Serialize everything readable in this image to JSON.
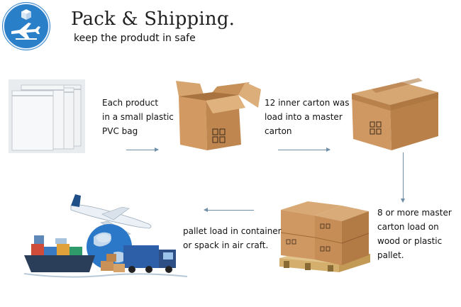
{
  "header": {
    "title": "Pack & Shipping.",
    "subtitle": "keep the produdt in safe",
    "logo_icon": "cube-airplane-icon"
  },
  "steps": [
    {
      "lines": [
        "Each product",
        "in a small plastic",
        "PVC bag"
      ],
      "image": "plastic-bags-image"
    },
    {
      "lines": [
        "12 inner carton was",
        "load into a master",
        "carton"
      ],
      "image": "open-carton-image"
    },
    {
      "lines": [],
      "image": "closed-carton-image"
    },
    {
      "lines": [
        "8 or more master",
        "carton load on",
        "wood or plastic",
        "pallet."
      ],
      "image": "pallet-cartons-image"
    },
    {
      "lines": [
        "pallet load in container",
        "or spack in air craft."
      ],
      "image": "transport-image"
    }
  ],
  "colors": {
    "logo": "#2a7fc9",
    "carton": "#c8935c",
    "arrow": "#6f8fa8"
  }
}
